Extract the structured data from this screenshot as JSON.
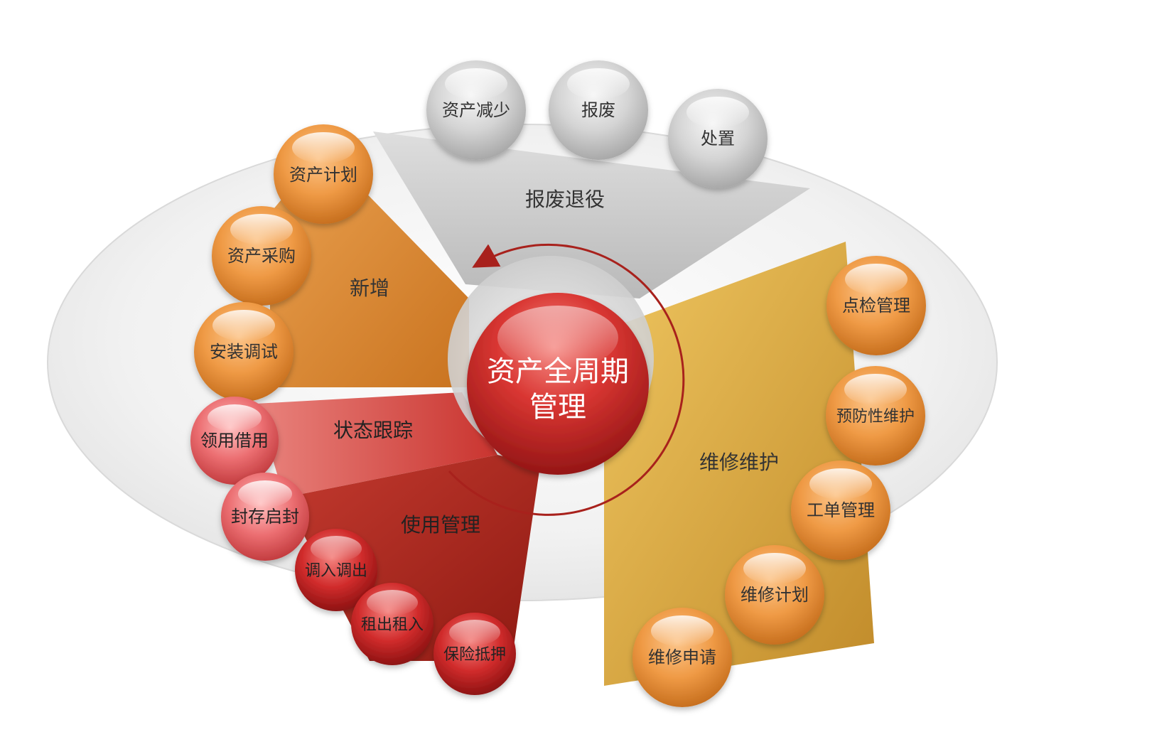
{
  "center": {
    "line1": "资产全周期",
    "line2": "管理"
  },
  "segments": {
    "retire": {
      "label": "报废退役",
      "color": "#c8c8c8"
    },
    "add": {
      "label": "新增",
      "color": "#dd8a35"
    },
    "track": {
      "label": "状态跟踪",
      "color": "#d24b45"
    },
    "use": {
      "label": "使用管理",
      "color": "#b02a20"
    },
    "maintain": {
      "label": "维修维护",
      "color": "#dba944"
    }
  },
  "bubbles": {
    "retire": [
      "资产减少",
      "报废",
      "处置"
    ],
    "add": [
      "资产计划",
      "资产采购",
      "安装调试"
    ],
    "track": [
      "领用借用",
      "封存启封"
    ],
    "use": [
      "调入调出",
      "租出租入",
      "保险抵押"
    ],
    "maintain": [
      "点检管理",
      "预防性维护",
      "工单管理",
      "维修计划",
      "维修申请"
    ]
  }
}
